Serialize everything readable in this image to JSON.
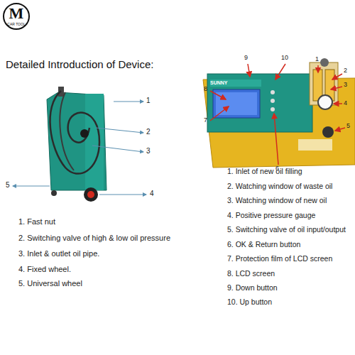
{
  "diagram": {
    "title": "Detailed Introduction of Device:",
    "nodes": [
      {
        "text": [
          "M",
          "CAR TOOL"
        ]
      }
    ],
    "labels": [
      "1",
      "2",
      "3",
      "4",
      "5",
      "9",
      "10",
      "1",
      "2",
      "3",
      "4",
      "5",
      "6",
      "7",
      "8",
      "SUNNY",
      "1.  Fast nut",
      "2.  Switching valve of high & low oil pressure",
      "3.  Inlet & outlet oil pipe.",
      "4. Fixed wheel.",
      "5. Universal wheel",
      "1. Inlet of new oil filling",
      "2. Watching window of waste oil",
      "3. Watching window of new oil",
      "4. Positive pressure gauge",
      "5. Switching valve of oil input/output",
      "6. OK & Return button",
      "7. Protection film of LCD screen",
      "8. LCD screen",
      "9. Down button",
      "10. Up button"
    ]
  }
}
